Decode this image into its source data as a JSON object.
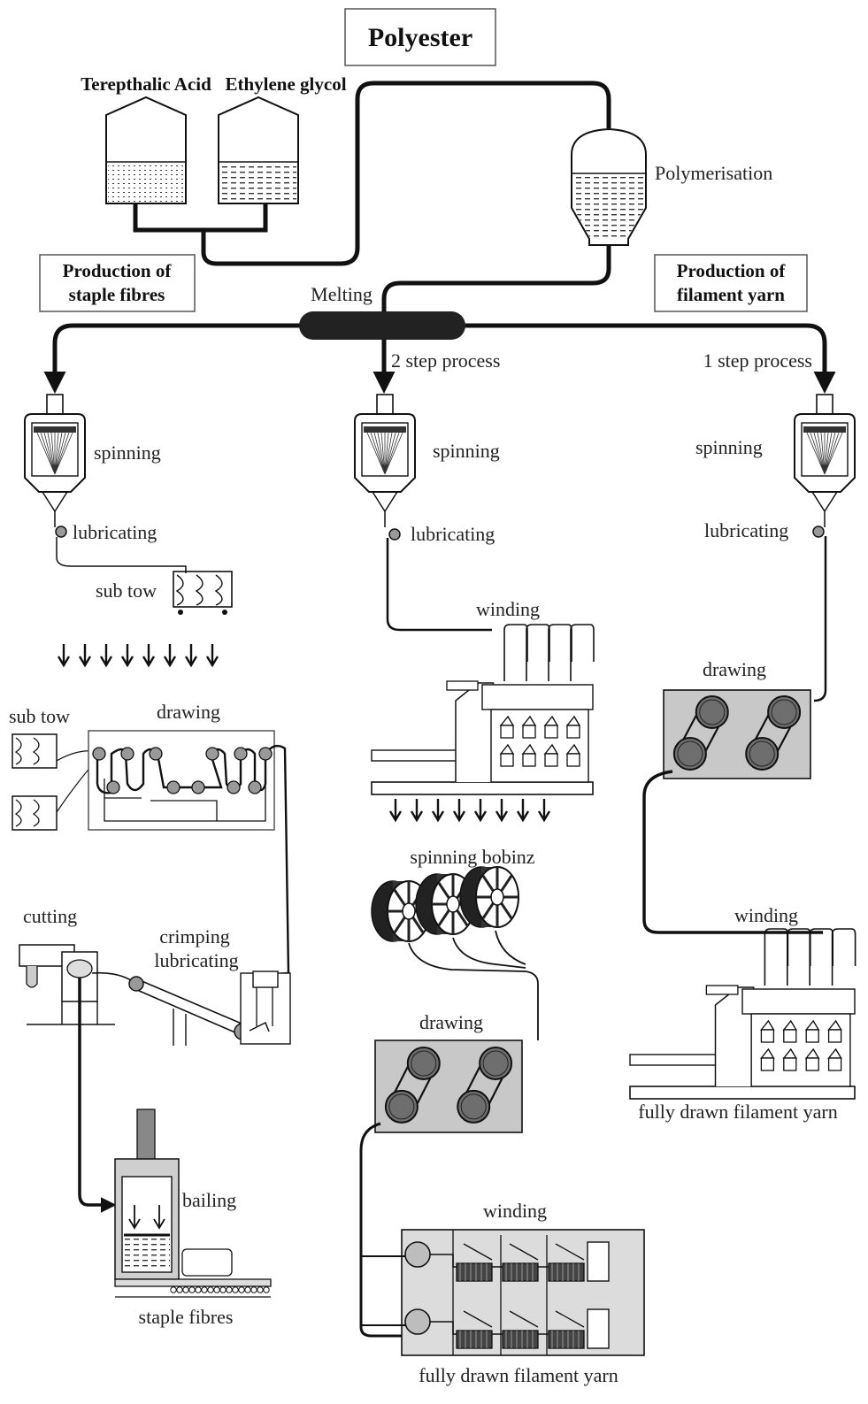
{
  "title": "Polyester",
  "raw_materials": {
    "acid": "Terepthalic Acid",
    "glycol": "Ethylene glycol"
  },
  "polymerisation": "Polymerisation",
  "melting": "Melting",
  "staple_branch": {
    "heading_line1": "Production of",
    "heading_line2": "staple fibres",
    "spinning": "spinning",
    "lubricating": "lubricating",
    "sub_tow": "sub tow",
    "sub_tow_2": "sub tow",
    "drawing": "drawing",
    "cutting": "cutting",
    "crimping": "crimping",
    "crimp_lubricating": "lubricating",
    "bailing": "bailing",
    "output": "staple fibres"
  },
  "two_step_branch": {
    "process": "2 step process",
    "spinning": "spinning",
    "lubricating": "lubricating",
    "winding": "winding",
    "bobbins": "spinning bobinz",
    "drawing": "drawing",
    "winding_2": "winding",
    "output": "fully drawn filament yarn"
  },
  "one_step_branch": {
    "heading_line1": "Production of",
    "heading_line2": "filament yarn",
    "process": "1 step process",
    "spinning": "spinning",
    "lubricating": "lubricating",
    "drawing": "drawing",
    "winding": "winding",
    "output": "fully drawn filament yarn"
  },
  "colors": {
    "line": "#111111",
    "panel_gray": "#c8c8c8",
    "roller_gray": "#6e6e6e"
  }
}
